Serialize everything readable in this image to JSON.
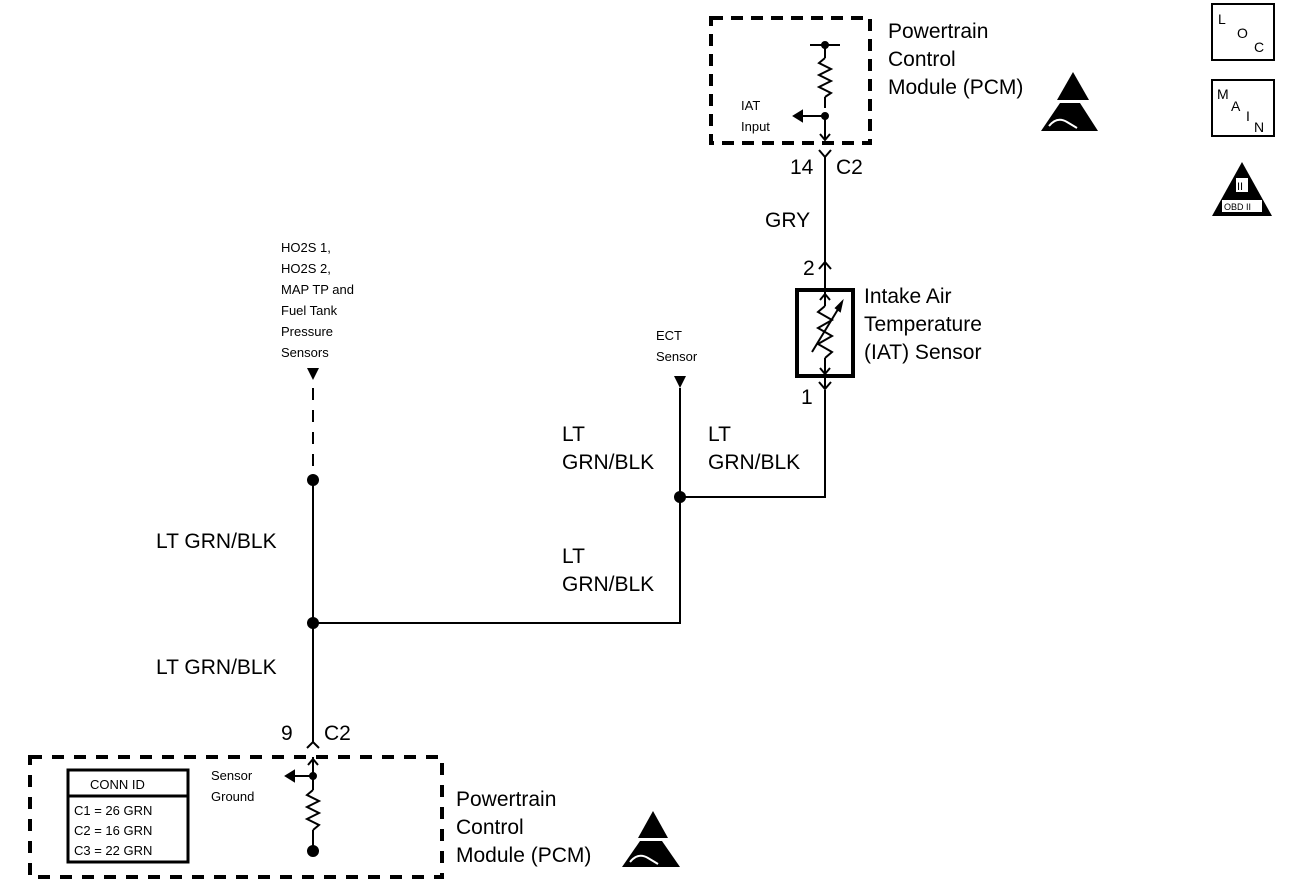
{
  "pcm_top": {
    "title_lines": [
      "Powertrain",
      "Control",
      "Module (PCM)"
    ],
    "input_lines": [
      "IAT",
      "Input"
    ],
    "pin": "14",
    "connector": "C2"
  },
  "icons": {
    "loc": [
      "L",
      "O",
      "C"
    ],
    "main": [
      "M",
      "A",
      "I",
      "N"
    ],
    "obd": [
      "II",
      "OBD II"
    ]
  },
  "wires": {
    "gry": "GRY",
    "lt_grn_blk": "LT GRN/BLK",
    "lt": "LT",
    "grn_blk": "GRN/BLK"
  },
  "iat_sensor": {
    "pin_top": "2",
    "pin_bottom": "1",
    "title_lines": [
      "Intake Air",
      "Temperature",
      "(IAT) Sensor"
    ]
  },
  "ect_sensor": {
    "lines": [
      "ECT",
      "Sensor"
    ]
  },
  "other_sensors": {
    "lines": [
      "HO2S 1,",
      "HO2S 2,",
      "MAP  TP and",
      "Fuel Tank",
      "Pressure",
      "Sensors"
    ]
  },
  "pcm_bottom": {
    "pin": "9",
    "connector": "C2",
    "ground_lines": [
      "Sensor",
      "Ground"
    ],
    "title_lines": [
      "Powertrain",
      "Control",
      "Module (PCM)"
    ],
    "conn_id": {
      "header": "CONN ID",
      "rows": [
        "C1 = 26 GRN",
        "C2 = 16 GRN",
        "C3 = 22 GRN"
      ]
    }
  }
}
